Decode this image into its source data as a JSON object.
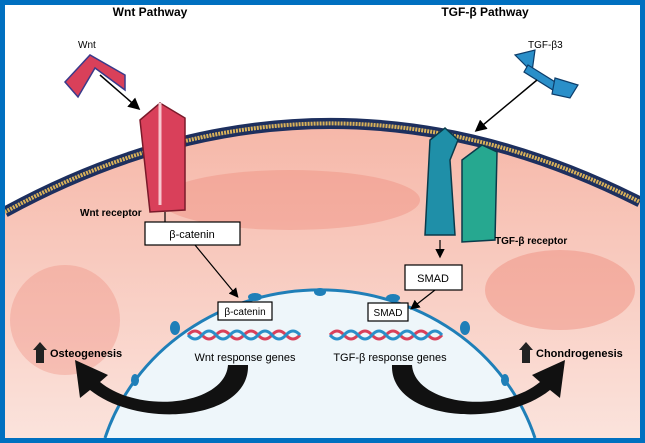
{
  "titles": {
    "wnt": "Wnt Pathway",
    "tgf": "TGF-β Pathway"
  },
  "ligands": {
    "wnt": "Wnt",
    "tgf": "TGF-β3"
  },
  "receptors": {
    "wnt": "Wnt receptor",
    "tgf": "TGF-β receptor"
  },
  "cytoplasm_boxes": {
    "wnt": "β-catenin",
    "tgf": "SMAD"
  },
  "nuclear_boxes": {
    "wnt": "β-catenin",
    "tgf": "SMAD"
  },
  "genes": {
    "wnt": "Wnt response genes",
    "tgf": "TGF-β response genes"
  },
  "outcomes": {
    "wnt": "Osteogenesis",
    "tgf": "Chondrogenesis"
  },
  "colors": {
    "border": "#0070c0",
    "wnt": "#d9405a",
    "tgf": "#1f8fa8",
    "cytoplasm": "#f2a99a",
    "nucleus": "#e8f3f8"
  }
}
